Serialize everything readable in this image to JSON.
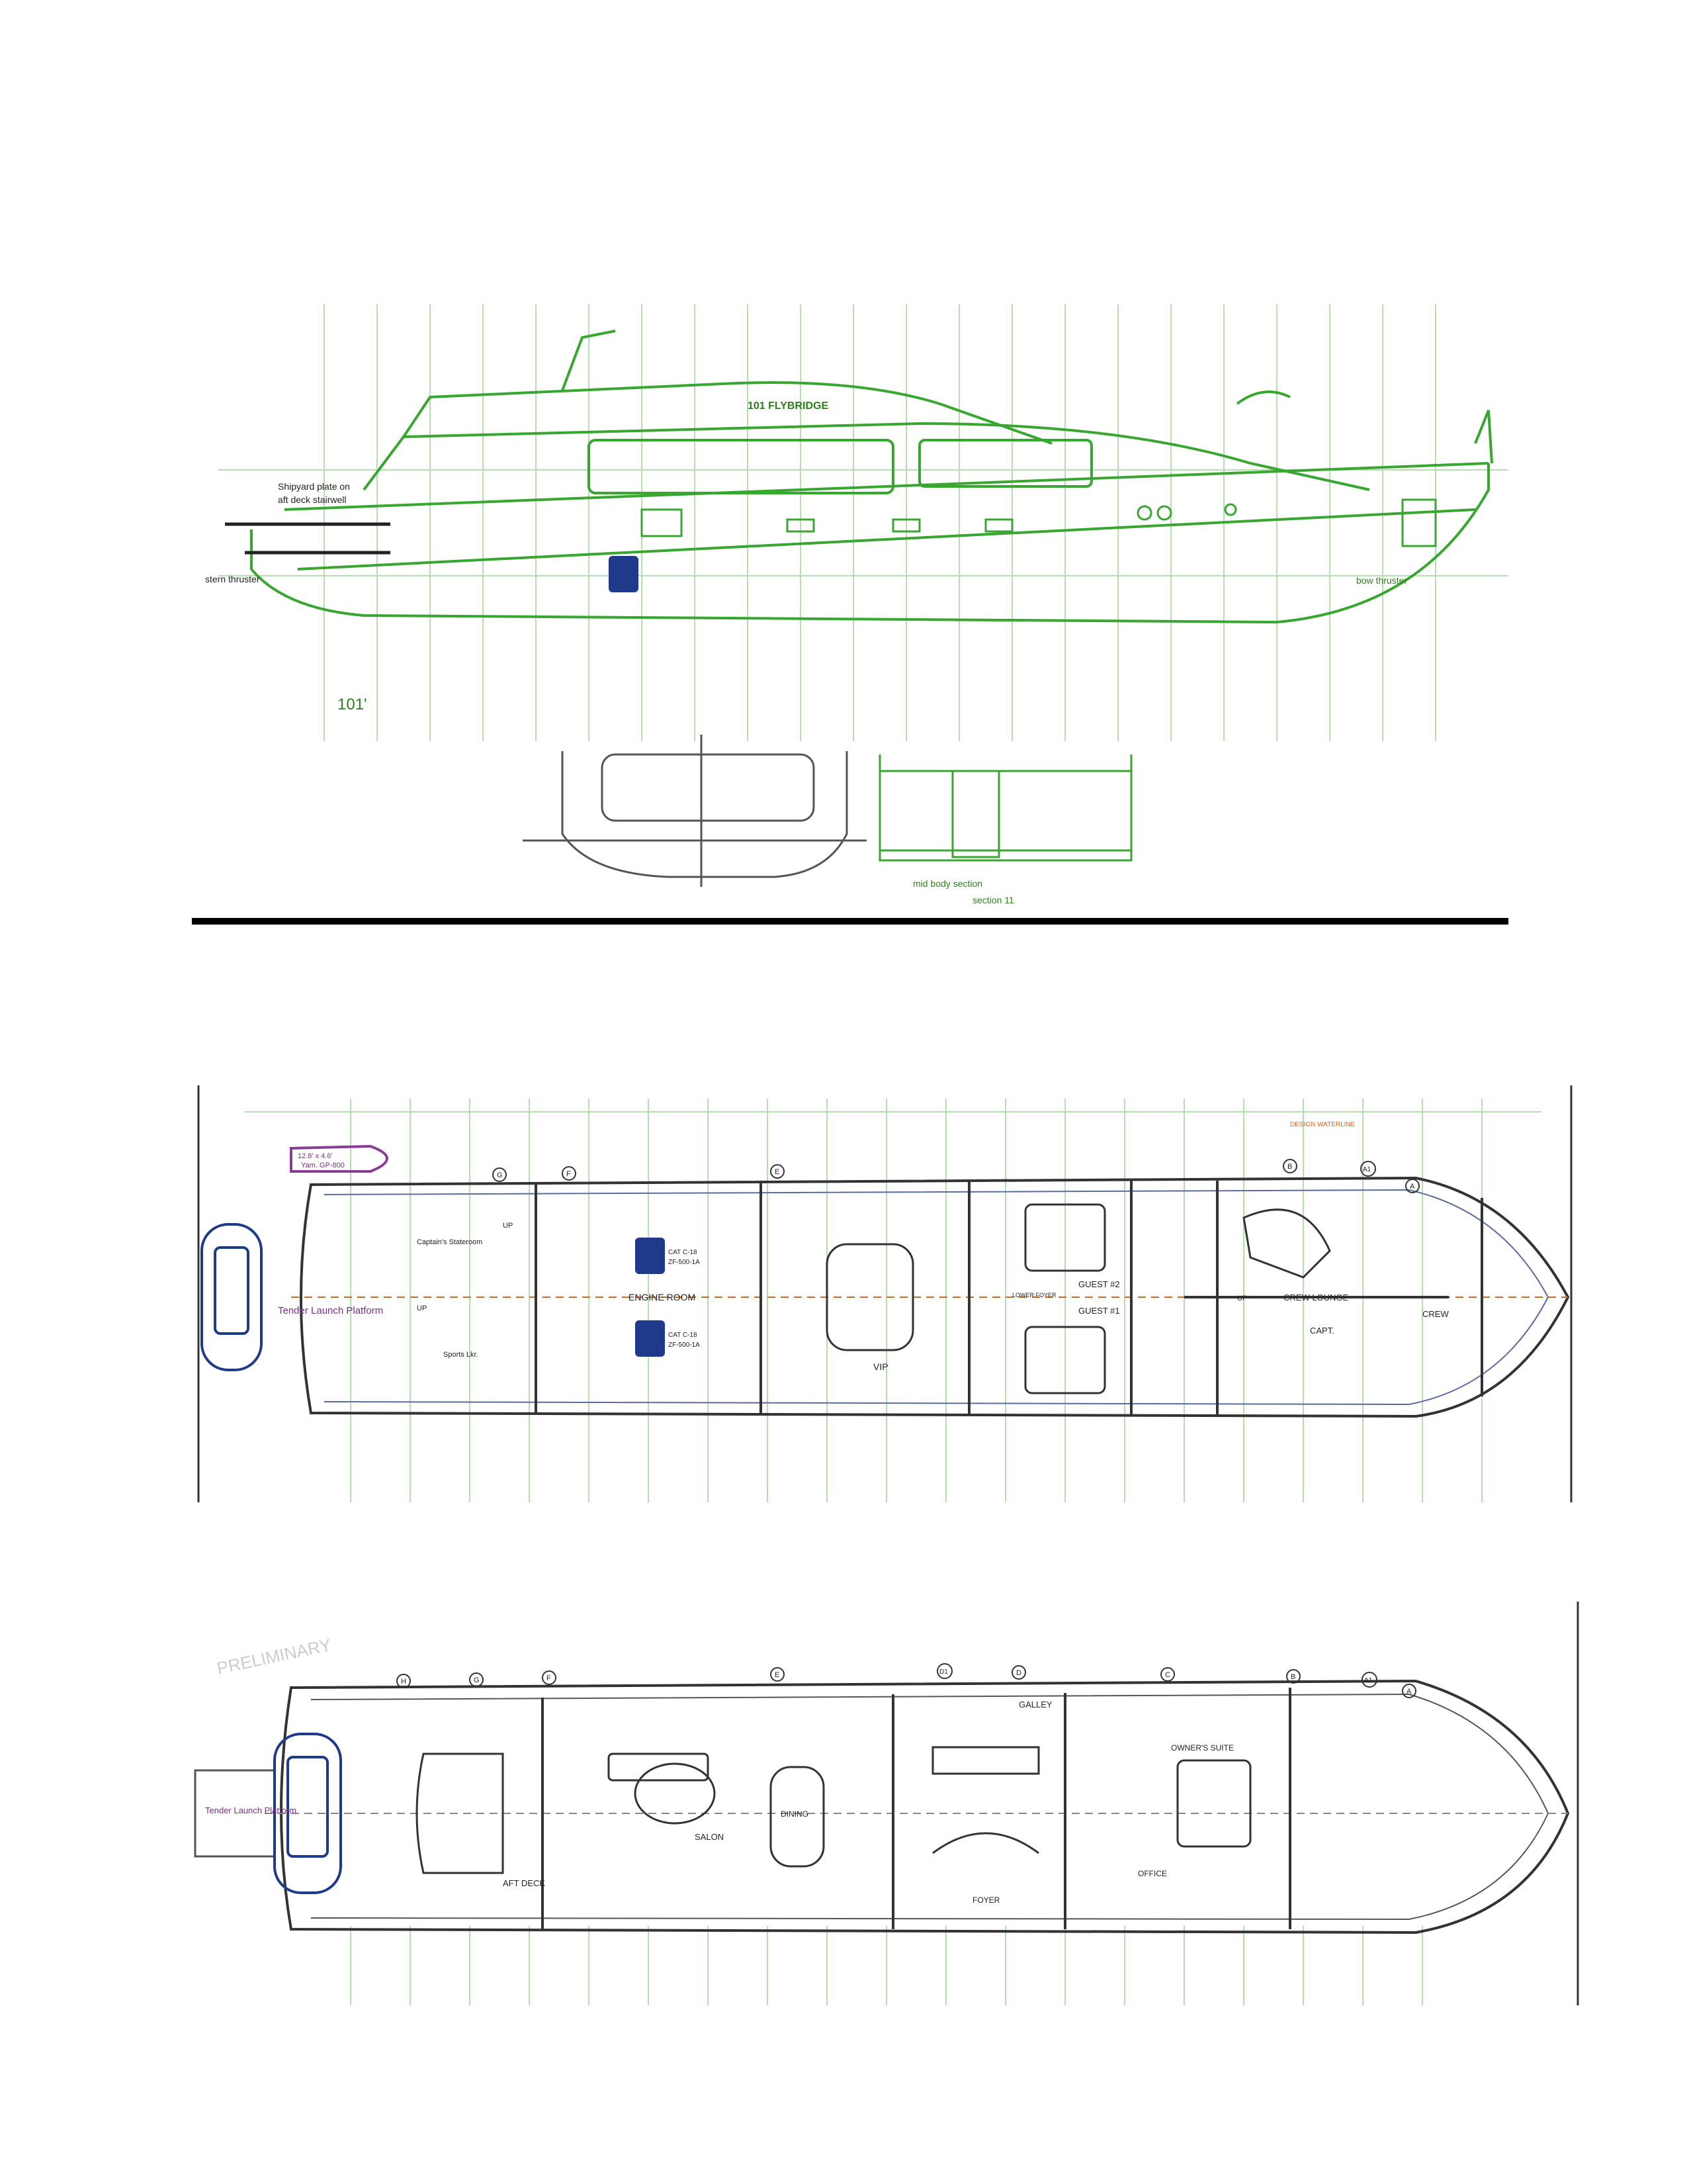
{
  "profile": {
    "flybridge_label": "101 FLYBRIDGE",
    "left_note_1": "Shipyard plate on",
    "left_note_2": "aft deck stairwell",
    "left_note_3": "stern thruster",
    "bow_note": "bow thruster",
    "scale_label": "101'",
    "section_label_1": "mid body section",
    "section_label_2": "section 11"
  },
  "lower_deck": {
    "tender_dims": "12.8' x 4.6'",
    "tender_model": "Yam. GP-800",
    "launch_platform": "Tender Launch Platform",
    "captains_stateroom": "Captain's Stateroom",
    "sports_locker": "Sports Lkr.",
    "up_1": "UP",
    "up_2": "UP",
    "up_3": "UP",
    "engine_room": "ENGINE ROOM",
    "engine_1a": "CAT C-18",
    "engine_1b": "ZF-500-1A",
    "engine_2a": "CAT C-18",
    "engine_2b": "ZF-500-1A",
    "vip": "VIP",
    "lower_foyer": "LOWER FOYER",
    "guest_2": "GUEST #2",
    "guest_1": "GUEST #1",
    "crew_lounge": "CREW LOUNGE",
    "crew": "CREW",
    "capt": "CAPT.",
    "top_note": "DESIGN WATERLINE",
    "frame_letters": [
      "G",
      "F",
      "E",
      "B",
      "A1",
      "A"
    ]
  },
  "main_deck": {
    "watermark": "PRELIMINARY",
    "launch_platform": "Tender Launch Platform",
    "aft_deck": "AFT DECK",
    "salon": "SALON",
    "dining": "DINING",
    "galley": "GALLEY",
    "foyer": "FOYER",
    "office": "OFFICE",
    "owners_suite": "OWNER'S SUITE",
    "frame_letters": [
      "H",
      "G",
      "F",
      "E",
      "D1",
      "D",
      "C",
      "B",
      "A1",
      "A"
    ]
  },
  "colors": {
    "profile_line": "#3aa632",
    "plan_line": "#333333",
    "grid_line": "#9fd39a",
    "tender_line": "#1f3a8a",
    "jetski_line": "#8a3c96",
    "divider": "#000000"
  }
}
